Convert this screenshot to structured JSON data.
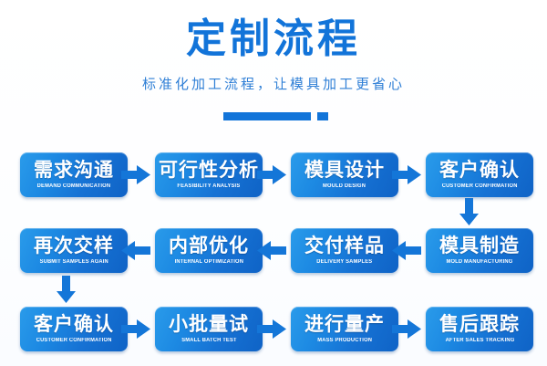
{
  "header": {
    "title": "定制流程",
    "subtitle": "标准化加工流程，让模具加工更省心"
  },
  "colors": {
    "accent": "#1274d9",
    "node_light": "#2a9bea",
    "node_dark": "#0f63c6",
    "arrow": "#1476d8",
    "background": "#ffffff",
    "node_text": "#ffffff"
  },
  "flow": {
    "rows": [
      {
        "direction": "left-to-right",
        "nodes": [
          {
            "cn": "需求沟通",
            "en": "DEMAND COMMUNICATION"
          },
          {
            "cn": "可行性分析",
            "en": "FEASIBILITY ANALYSIS"
          },
          {
            "cn": "模具设计",
            "en": "MOULD DESIGN"
          },
          {
            "cn": "客户确认",
            "en": "CUSTOMER CONFIRMATION"
          }
        ]
      },
      {
        "direction": "right-to-left",
        "nodes": [
          {
            "cn": "再次交样",
            "en": "SUBMIT SAMPLES AGAIN"
          },
          {
            "cn": "内部优化",
            "en": "INTERNAL OPTIMIZATION"
          },
          {
            "cn": "交付样品",
            "en": "DELIVERY SAMPLES"
          },
          {
            "cn": "模具制造",
            "en": "MOLD MANUFACTURING"
          }
        ]
      },
      {
        "direction": "left-to-right",
        "nodes": [
          {
            "cn": "客户确认",
            "en": "CUSTOMER CONFIRMATION"
          },
          {
            "cn": "小批量试",
            "en": "SMALL BATCH TEST"
          },
          {
            "cn": "进行量产",
            "en": "MASS PRODUCTION"
          },
          {
            "cn": "售后跟踪",
            "en": "AFTER SALES TRACKING"
          }
        ]
      }
    ],
    "connectors": {
      "row1_arrows": "arrow-right-icon",
      "row2_arrows": "arrow-left-icon",
      "row3_arrows": "arrow-right-icon",
      "row1_to_row2": "arrow-down-icon",
      "row2_to_row3": "arrow-down-icon"
    }
  }
}
